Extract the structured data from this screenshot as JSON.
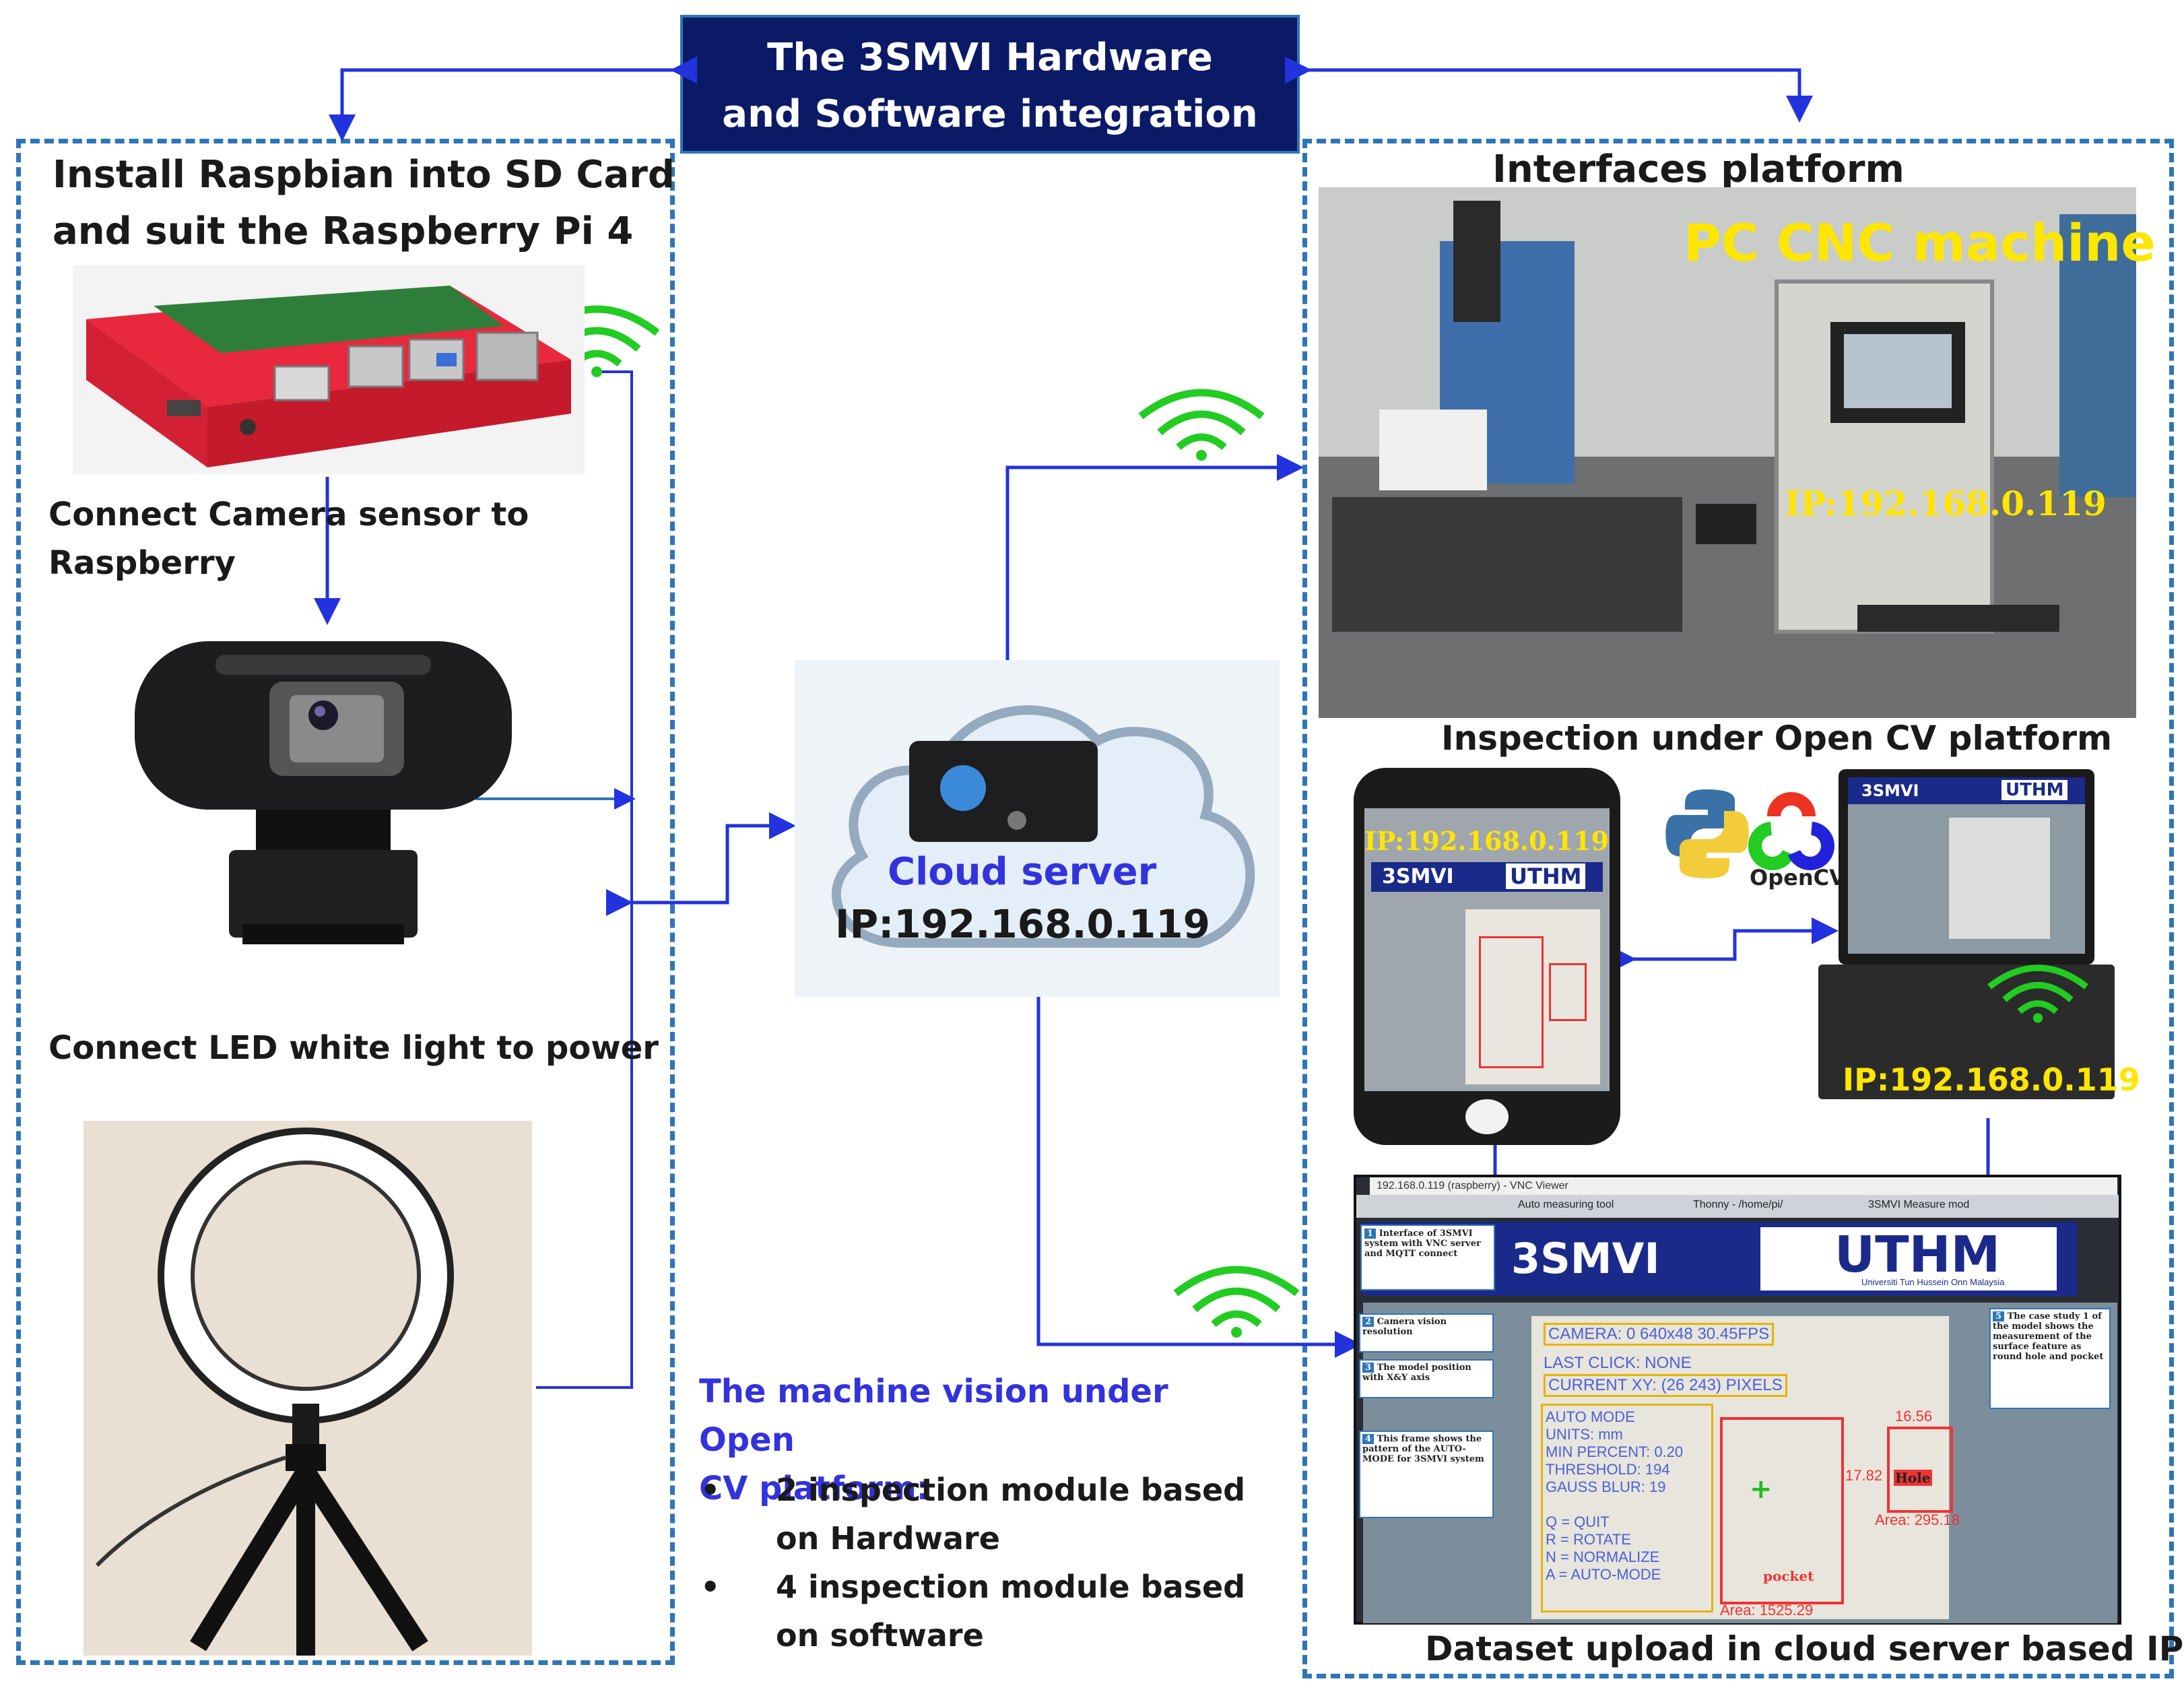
{
  "title": {
    "line1": "The 3SMVI Hardware",
    "line2": "and Software integration"
  },
  "left": {
    "heading_line1": "Install Raspbian into SD Card",
    "heading_line2": "and suit the Raspberry Pi 4",
    "camera_label_line1": "Connect Camera sensor to",
    "camera_label_line2": "Raspberry",
    "led_label": "Connect LED white light to power"
  },
  "center": {
    "cloud_label": "Cloud server",
    "cloud_ip": "IP:192.168.0.119",
    "vision_heading_line1": "The machine vision under Open",
    "vision_heading_line2": "CV platform:",
    "bullets": [
      {
        "line1": "2 inspection module based",
        "line2": "on Hardware"
      },
      {
        "line1": "4 inspection module based",
        "line2": "on software"
      }
    ],
    "bullet_symbol": "•"
  },
  "right": {
    "heading": "Interfaces platform",
    "cnc_title": "PC CNC machine",
    "cnc_ip": "IP:192.168.0.119",
    "opencv_heading": "Inspection under Open CV platform",
    "phone_ip": "IP:192.168.0.119",
    "phone_app": "3SMVI",
    "phone_logo": "UTHM",
    "opencv_logo": "OpenCV",
    "laptop_app": "3SMVI",
    "laptop_logo": "UTHM",
    "laptop_ip": "IP:192.168.0.119",
    "dataset_caption": "Dataset upload in cloud server based IP",
    "screen": {
      "app_title": "3SMVI",
      "logo": "UTHM",
      "logo_sub": "Universiti Tun Hussein Onn Malaysia",
      "window_title": "192.168.0.119 (raspberry) - VNC Viewer",
      "tabs": [
        "Auto measuring tool",
        "Thonny - /home/pi/",
        "3SMVI Measure mod"
      ],
      "notes": [
        {
          "num": "1",
          "text": "Interface of 3SMVI system with VNC server and MQTT connect"
        },
        {
          "num": "2",
          "text": "Camera vision resolution"
        },
        {
          "num": "3",
          "text": "The model position with X&Y axis"
        },
        {
          "num": "4",
          "text": "This frame shows the pattern of the AUTO-MODE for 3SMVI system"
        },
        {
          "num": "5",
          "text": "The case study 1 of the model shows the measurement of the surface feature as round hole and pocket"
        }
      ],
      "camera_line": "CAMERA: 0 640x48  30.45FPS",
      "last_click": "LAST CLICK: NONE",
      "current_xy": "CURRENT XY: (26  243) PIXELS",
      "mode_lines": [
        "AUTO MODE",
        "UNITS: mm",
        "MIN PERCENT: 0.20",
        "THRESHOLD: 194",
        "GAUSS BLUR: 19"
      ],
      "key_lines": [
        "Q  =  QUIT",
        "R  =  ROTATE",
        "N  =  NORMALIZE",
        "A  =  AUTO-MODE"
      ],
      "hole_label": "Hole",
      "hole_dim1": "16.56",
      "hole_dim2": "17.82",
      "hole_area": "Area: 295.18",
      "pocket_label": "pocket",
      "pocket_area": "Area: 1525.29"
    }
  },
  "colors": {
    "accent": "#2e75b6",
    "title_bg": "#0b1a66",
    "arrow": "#2233dd",
    "wifi": "#22cc22",
    "vision_text": "#3333dd",
    "ip_yellow": "#ffe600"
  }
}
